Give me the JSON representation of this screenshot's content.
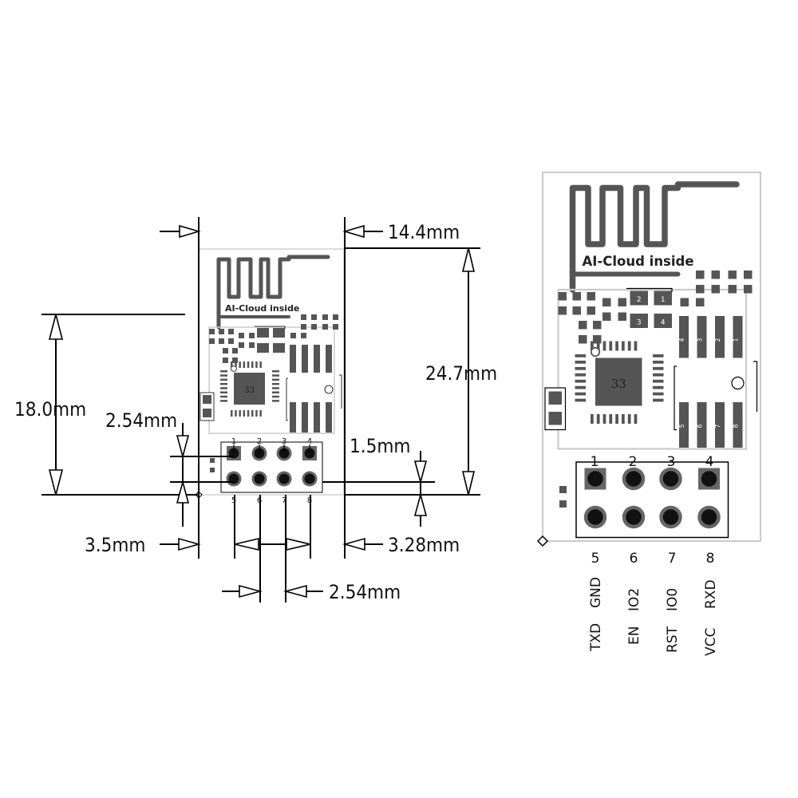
{
  "module": {
    "logo_text": "AI-Cloud inside",
    "chip_label": "33",
    "flash_pins_top": [
      "4",
      "3",
      "2",
      "1"
    ],
    "flash_pins_bottom": [
      "5",
      "6",
      "7",
      "8"
    ],
    "small_pads": [
      "2",
      "1",
      "3",
      "4"
    ]
  },
  "dimensions": {
    "width": "14.4mm",
    "height": "24.7mm",
    "header_offset": "18.0mm",
    "row_pitch": "2.54mm",
    "bottom_margin": "1.5mm",
    "left_margin": "3.5mm",
    "right_margin": "3.28mm",
    "col_pitch": "2.54mm"
  },
  "pins": {
    "top_numbers": [
      "1",
      "2",
      "3",
      "4"
    ],
    "bottom_numbers": [
      "5",
      "6",
      "7",
      "8"
    ],
    "row1_labels": [
      "GND",
      "IO2",
      "IO0",
      "RXD"
    ],
    "row2_labels": [
      "TXD",
      "EN",
      "RST",
      "VCC"
    ]
  },
  "colors": {
    "pcb_pad": "#555555",
    "outline": "#d0d0d0",
    "ink": "#000000"
  }
}
